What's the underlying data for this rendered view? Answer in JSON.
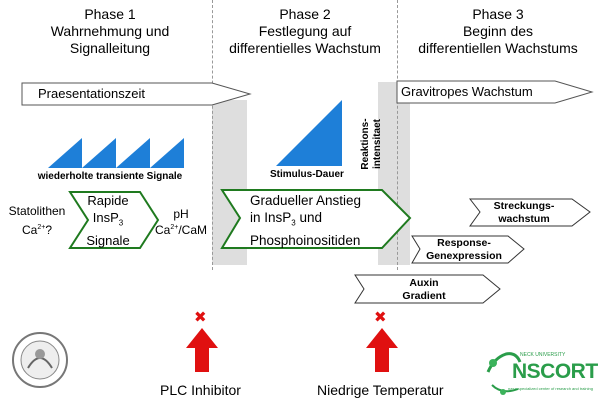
{
  "phases": [
    {
      "title": "Phase 1",
      "subtitle_1": "Wahrnehmung und",
      "subtitle_2": "Signalleitung"
    },
    {
      "title": "Phase 2",
      "subtitle_1": "Festlegung auf",
      "subtitle_2": "differentielles Wachstum"
    },
    {
      "title": "Phase 3",
      "subtitle_1": "Beginn des",
      "subtitle_2": "differentiellen Wachstums"
    }
  ],
  "timeline": {
    "praesentationszeit": "Praesentationszeit",
    "gravitropes": "Gravitropes Wachstum"
  },
  "signals": {
    "label": "wiederholte transiente Signale",
    "stimulus_x": "Stimulus-Dauer",
    "stimulus_y_1": "Reaktions-",
    "stimulus_y_2": "intensitaet"
  },
  "phase1": {
    "statolithen": "Statolithen",
    "ca": "Ca",
    "ca_sup": "2+",
    "ca_q": "?",
    "rapide": "Rapide",
    "insp": "InsP",
    "insp_sub": "3",
    "signale": "Signale",
    "ph": "pH",
    "ca2": "Ca",
    "ca2_sup": "2+",
    "cam": "/CaM"
  },
  "phase2": {
    "line1": "Gradueller Anstieg",
    "line2_a": "in InsP",
    "line2_sub": "3",
    "line2_b": " und",
    "line3": "Phosphoinositiden"
  },
  "phase3": {
    "streckung_1": "Streckungs-",
    "streckung_2": "wachstum",
    "response_1": "Response-",
    "response_2": "Genexpression",
    "auxin_1": "Auxin",
    "auxin_2": "Gradient"
  },
  "inhibitors": {
    "plc": "PLC Inhibitor",
    "temp": "Niedrige Temperatur",
    "mark": "✖"
  },
  "logos": {
    "nscort": "NSCORT",
    "nscort_top": "NECK UNIVERSITY",
    "nscort_sub": "nasa specialized center of research and training"
  },
  "colors": {
    "blue": "#1e7fd8",
    "green": "#1f7a1f",
    "red": "#e01010",
    "gray_band": "#dedede"
  }
}
